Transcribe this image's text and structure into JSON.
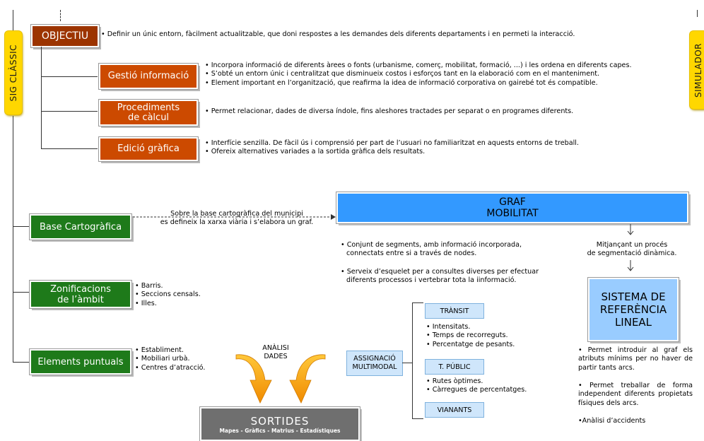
{
  "side_left": {
    "label": "SIG CLÀSSIC"
  },
  "side_right": {
    "label": "SIMULADOR"
  },
  "objectiu": {
    "label": "OBJECTIU",
    "text": "• Definir un únic entorn, fàcilment actualitzable, que doni respostes a les demandes dels diferents departaments i en permeti la interacció."
  },
  "gestio": {
    "label": "Gestió informació",
    "lines": [
      "• Incorpora informació de diferents àrees o fonts (urbanisme, comerç, mobilitat, formació, ...) i les ordena en diferents capes.",
      "• S’obté un entorn únic i centralitzat que disminueix costos i esforços tant en la elaboració com en el manteniment.",
      "• Element important en l’organització, que reafirma la idea de informació corporativa on gairebé tot és compatible."
    ]
  },
  "procediments": {
    "label_line1": "Procediments",
    "label_line2": "de càlcul",
    "text": "• Permet relacionar, dades de diversa índole, fins aleshores tractades per separat o en programes diferents."
  },
  "edicio": {
    "label": "Edició gràfica",
    "lines": [
      "• Interfície senzilla. De fàcil ús i comprensió per part de l’usuari no familiaritzat en aquests entorns de treball.",
      "• Ofereix alternatives variades a la sortida gràfica dels resultats."
    ]
  },
  "base": {
    "label": "Base Cartogràfica",
    "arrow_line1": "Sobre la base cartogràfica del municipi",
    "arrow_line2": "es defineix la xarxa viària i s’elabora un graf."
  },
  "graf": {
    "line1": "GRAF",
    "line2": "MOBILITAT",
    "desc1_line1": "• Conjunt de segments, amb informació incorporada,",
    "desc1_line2": "connectats entre si a través de nodes.",
    "desc2_line1": "• Serveix d’esquelet per a consultes diverses per efectuar",
    "desc2_line2": "diferents processos i vertebrar tota la iinformació."
  },
  "segmentacio": {
    "line1": "Mitjançant un procés",
    "line2": "de segmentació dinàmica."
  },
  "srl": {
    "line1": "SISTEMA DE",
    "line2": "REFERÈNCIA",
    "line3": "LINEAL",
    "bullet1": "• Permet introduir al graf els atributs mínims per no haver de partir tants arcs.",
    "bullet2": "• Permet treballar de forma independent diferents propietats físiques dels arcs.",
    "bullet3": "•Anàlisi d’accidents"
  },
  "zonificacions": {
    "label_line1": "Zonificacions",
    "label_line2": "de l’àmbit",
    "items": [
      "• Barris.",
      "• Seccions censals.",
      "• Illes."
    ]
  },
  "elements": {
    "label": "Elements puntuals",
    "items": [
      "• Establiment.",
      "• Mobiliari urbà.",
      "• Centres d’atracció."
    ]
  },
  "analisi": {
    "line1": "ANÀLISI",
    "line2": "DADES"
  },
  "sortides": {
    "title": "SORTIDES",
    "subtitle": "Mapes - Gràfics - Matrius - Estadístiques"
  },
  "assignacio": {
    "line1": "ASSIGNACIÓ",
    "line2": "MULTIMODAL"
  },
  "transit": {
    "label": "TRÀNSIT",
    "items": [
      "• Intensitats.",
      "• Temps de recorreguts.",
      "• Percentatge de pesants."
    ]
  },
  "tpublic": {
    "label": "T. PÚBLIC",
    "items": [
      "• Rutes òptimes.",
      "• Càrregues de percentatges."
    ]
  },
  "vianants": {
    "label": "VIANANTS"
  },
  "colors": {
    "orange": "#cc4a00",
    "brown": "#9c3400",
    "green": "#1e7a1a",
    "blue": "#3399ff",
    "light_blue": "#99ccff",
    "yellow": "#ffd700",
    "gray": "#6f6f6f",
    "arrow_orange": "#f5a000"
  }
}
